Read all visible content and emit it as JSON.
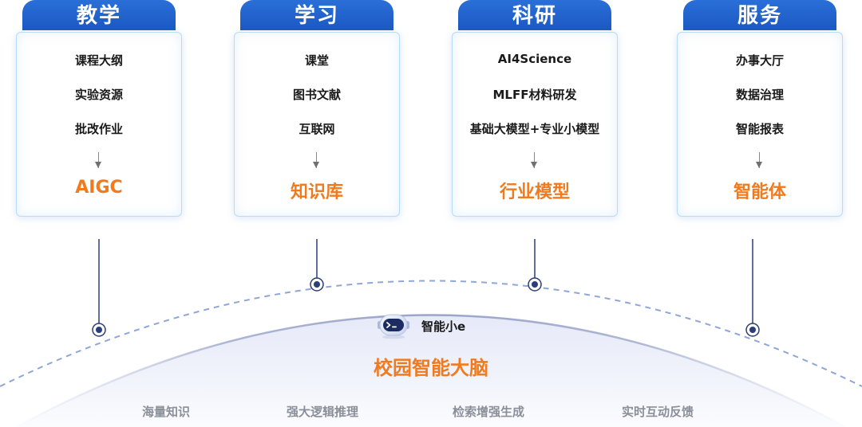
{
  "columns": [
    {
      "title": "教学",
      "items": [
        "课程大纲",
        "实验资源",
        "批改作业"
      ],
      "result": "AIGC"
    },
    {
      "title": "学习",
      "items": [
        "课堂",
        "图书文献",
        "互联网"
      ],
      "result": "知识库"
    },
    {
      "title": "科研",
      "items": [
        "AI4Science",
        "MLFF材料研发",
        "基础大模型+专业小模型"
      ],
      "result": "行业模型"
    },
    {
      "title": "服务",
      "items": [
        "办事大厅",
        "数据治理",
        "智能报表"
      ],
      "result": "智能体"
    }
  ],
  "assistant": {
    "name": "智能小e",
    "icon": "robot-icon"
  },
  "brain": {
    "title": "校园智能大脑"
  },
  "features": [
    "海量知识",
    "强大逻辑推理",
    "检索增强生成",
    "实时互动反馈"
  ],
  "colors": {
    "primary_blue": "#1f62cc",
    "accent_orange": "#f07a1e",
    "connector_navy": "#2b3d7a",
    "dashed_arc": "#8fa6d8",
    "feature_gray": "#8a8f99"
  }
}
